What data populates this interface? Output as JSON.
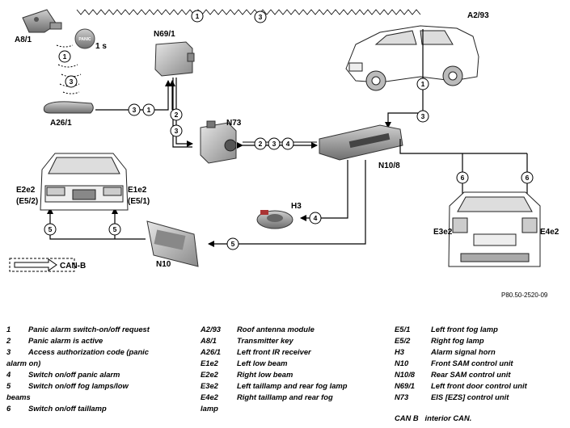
{
  "labels": {
    "transmitter": "A8/1",
    "panic_button": "PANIC",
    "panic_time": "1 s",
    "ir_receiver": "A26/1",
    "front_door_unit": "N69/1",
    "eis": "N73",
    "antenna": "A2/93",
    "rear_sam": "N10/8",
    "horn": "H3",
    "front_sam": "N10",
    "right_low_beam": "E2e2",
    "right_fog": "(E5/2)",
    "left_low_beam": "E1e2",
    "left_fog": "(E5/1)",
    "left_taillamp": "E3e2",
    "right_taillamp": "E4e2",
    "can_b_key": "CAN-B",
    "figure_id": "P80.50-2520-09"
  },
  "circled_numbers": {
    "n1": "1",
    "n2": "2",
    "n3": "3",
    "n4": "4",
    "n5": "5",
    "n6": "6"
  },
  "legend_col1": [
    {
      "key": "1",
      "text": "Panic alarm switch-on/off request"
    },
    {
      "key": "2",
      "text": "Panic alarm is active"
    },
    {
      "key": "3",
      "text": "Access authorization code (panic",
      "cont": "alarm on)"
    },
    {
      "key": "4",
      "text": "Switch on/off panic alarm"
    },
    {
      "key": "5",
      "text": "Switch on/off fog lamps/low",
      "cont": "beams"
    },
    {
      "key": "6",
      "text": "Switch on/off taillamp"
    }
  ],
  "legend_col2": [
    {
      "key": "A2/93",
      "text": "Roof antenna module"
    },
    {
      "key": "A8/1",
      "text": "Transmitter key"
    },
    {
      "key": "A26/1",
      "text": "Left front IR receiver"
    },
    {
      "key": "E1e2",
      "text": "Left low beam"
    },
    {
      "key": "E2e2",
      "text": "Right low beam"
    },
    {
      "key": "E3e2",
      "text": "Left taillamp and rear fog lamp"
    },
    {
      "key": "E4e2",
      "text": "Right taillamp and rear fog",
      "cont": "lamp"
    }
  ],
  "legend_col3": [
    {
      "key": "E5/1",
      "text": "Left front fog lamp"
    },
    {
      "key": "E5/2",
      "text": "Right fog lamp"
    },
    {
      "key": "H3",
      "text": "Alarm signal horn"
    },
    {
      "key": "N10",
      "text": "Front SAM control unit"
    },
    {
      "key": "N10/8",
      "text": "Rear SAM control unit"
    },
    {
      "key": "N69/1",
      "text": "Left front door control unit"
    },
    {
      "key": "N73",
      "text": "EIS [EZS] control unit"
    }
  ],
  "can_note": {
    "key": "CAN B",
    "text": "interior CAN."
  }
}
